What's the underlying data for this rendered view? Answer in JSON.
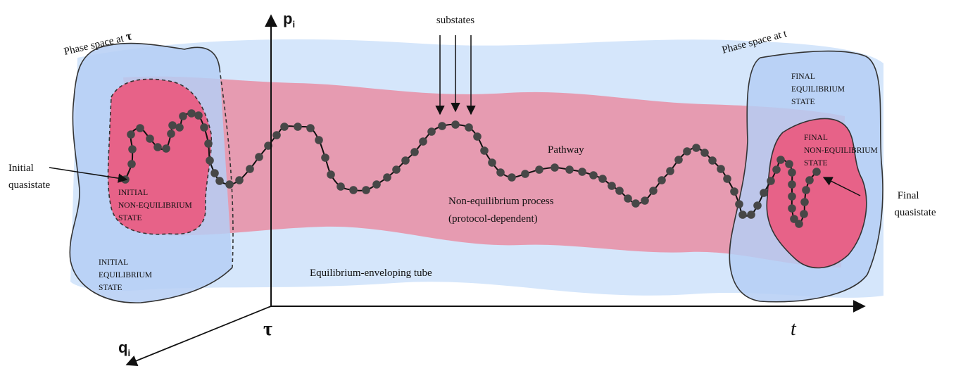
{
  "labels": {
    "phase_space_tau": "Phase space at",
    "phase_space_tau_symbol": "τ",
    "phase_space_t": "Phase space at t",
    "substates": "substates",
    "pathway": "Pathway",
    "process_line1": "Non-equilibrium process",
    "process_line2": "(protocol-dependent)",
    "tube": "Equilibrium-enveloping tube",
    "initial_quasistate_line1": "Initial",
    "initial_quasistate_line2": "quasistate",
    "final_quasistate_line1": "Final",
    "final_quasistate_line2": "quasistate",
    "initial_noneq_line1": "INITIAL",
    "initial_noneq_line2": "NON-EQUILIBRIUM",
    "initial_noneq_line3": "STATE",
    "initial_eq_line1": "INITIAL",
    "initial_eq_line2": "EQUILIBRIUM",
    "initial_eq_line3": "STATE",
    "final_eq_line1": "FINAL",
    "final_eq_line2": "EQUILIBRIUM",
    "final_eq_line3": "STATE",
    "final_noneq_line1": "FINAL",
    "final_noneq_line2": "NON-EQUILIBRIUM",
    "final_noneq_line3": "STATE"
  },
  "axes": {
    "p_main": "p",
    "p_sub": "i",
    "q_main": "q",
    "q_sub": "i",
    "tau": "τ",
    "t": "t"
  },
  "colors": {
    "tube_blue": "#d5e6fb",
    "region_blue": "#b5cef5",
    "pink_band": "#e797ad",
    "noneq_pink": "#e76288",
    "dot": "#474747",
    "line": "#111111"
  }
}
